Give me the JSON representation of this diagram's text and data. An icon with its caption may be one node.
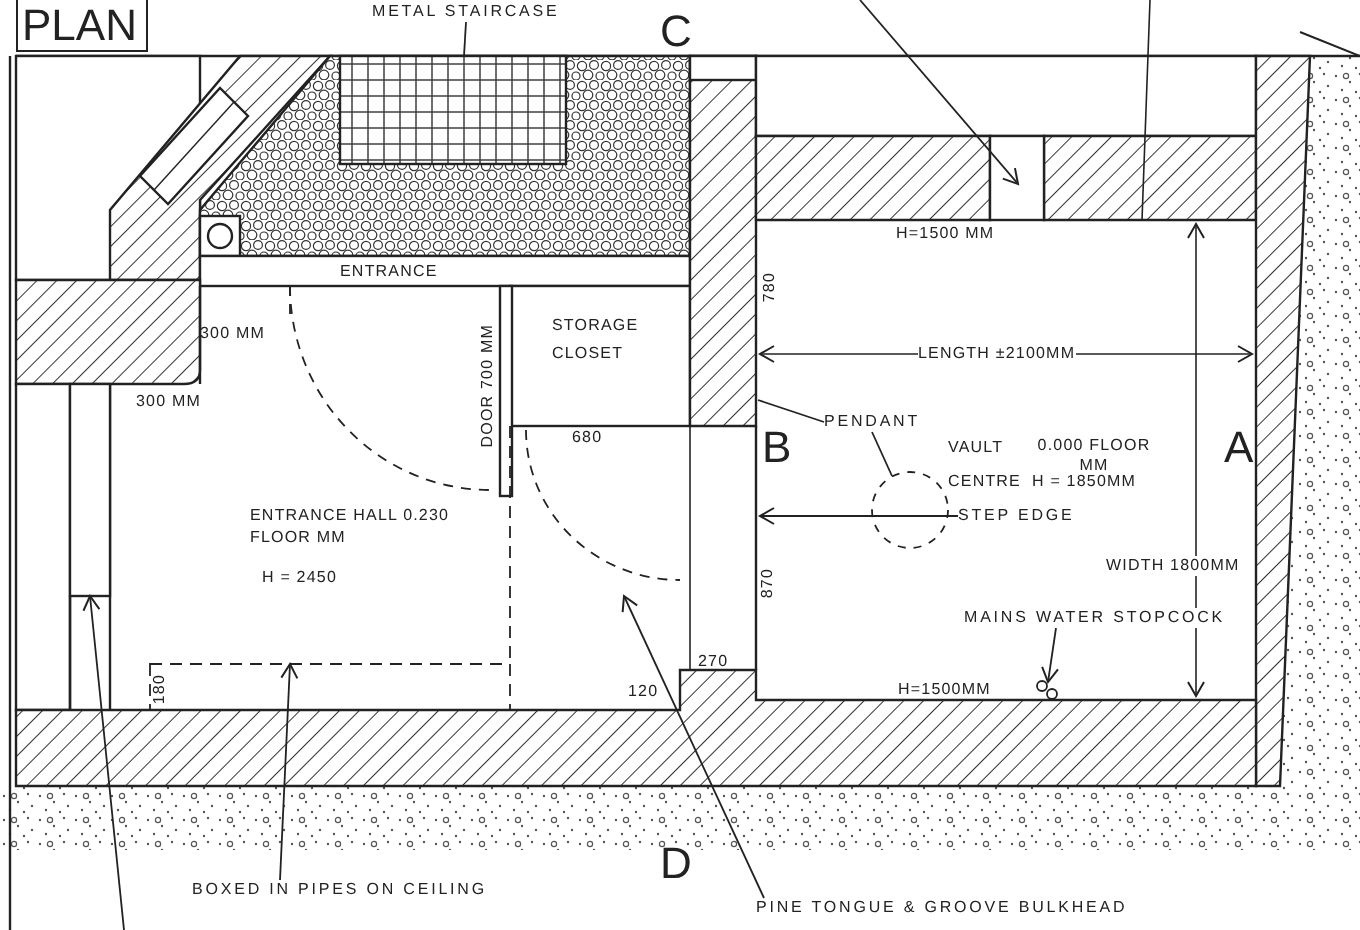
{
  "diagram": {
    "title": "PLAN",
    "nodes": [
      {
        "text": [
          "METAL STAIRCASE"
        ]
      },
      {
        "text": [],
        "shape": "box"
      },
      {
        "text": [
          "PENDANT"
        ]
      },
      {
        "text": [],
        "shape": "circle"
      },
      {
        "text": [
          "MAINS WATER STOPCOCK"
        ]
      },
      {
        "text": [],
        "shape": "picture"
      },
      {
        "text": [
          "BOXED IN PIPES ON CEILING"
        ]
      },
      {
        "text": [],
        "shape": "box"
      },
      {
        "text": [
          "PINE TONGUE & GROOVE BULKHEAD"
        ]
      },
      {
        "text": [],
        "shape": "box"
      },
      {
        "text": [],
        "shape": "bar"
      },
      {
        "text": [
          "STEP EDGE"
        ]
      }
    ],
    "edges": [
      {
        "from": 0,
        "to": 1,
        "arrow": "none"
      },
      {
        "from": 2,
        "to": null,
        "arrow": "none"
      },
      {
        "from": 2,
        "to": 3,
        "arrow": "none"
      },
      {
        "from": 4,
        "to": 5,
        "arrow": "to"
      },
      {
        "from": 6,
        "to": 7,
        "arrow": "to"
      },
      {
        "from": 8,
        "to": null,
        "arrow": "to"
      },
      {
        "from": null,
        "to": 9,
        "arrow": "to"
      },
      {
        "from": null,
        "to": 10,
        "arrow": "to"
      },
      {
        "from": 11,
        "to": null,
        "arrow": "to"
      }
    ],
    "labels": [
      "C",
      "ENTRANCE",
      "H=1500 MM",
      "780",
      "300 MM",
      "STORAGE CLOSET",
      "DOOR 700 MM",
      "300 MM",
      "680",
      "LENGTH ±2100MM",
      "B",
      "VAULT",
      "0.000 FLOOR MM",
      "CENTRE",
      "H = 1850MM",
      "A",
      "ENTRANCE HALL 0.230 FLOOR MM",
      "H = 2450",
      "870",
      "WIDTH 1800MM",
      "270",
      "180",
      "120",
      "H=1500MM",
      "D"
    ]
  }
}
